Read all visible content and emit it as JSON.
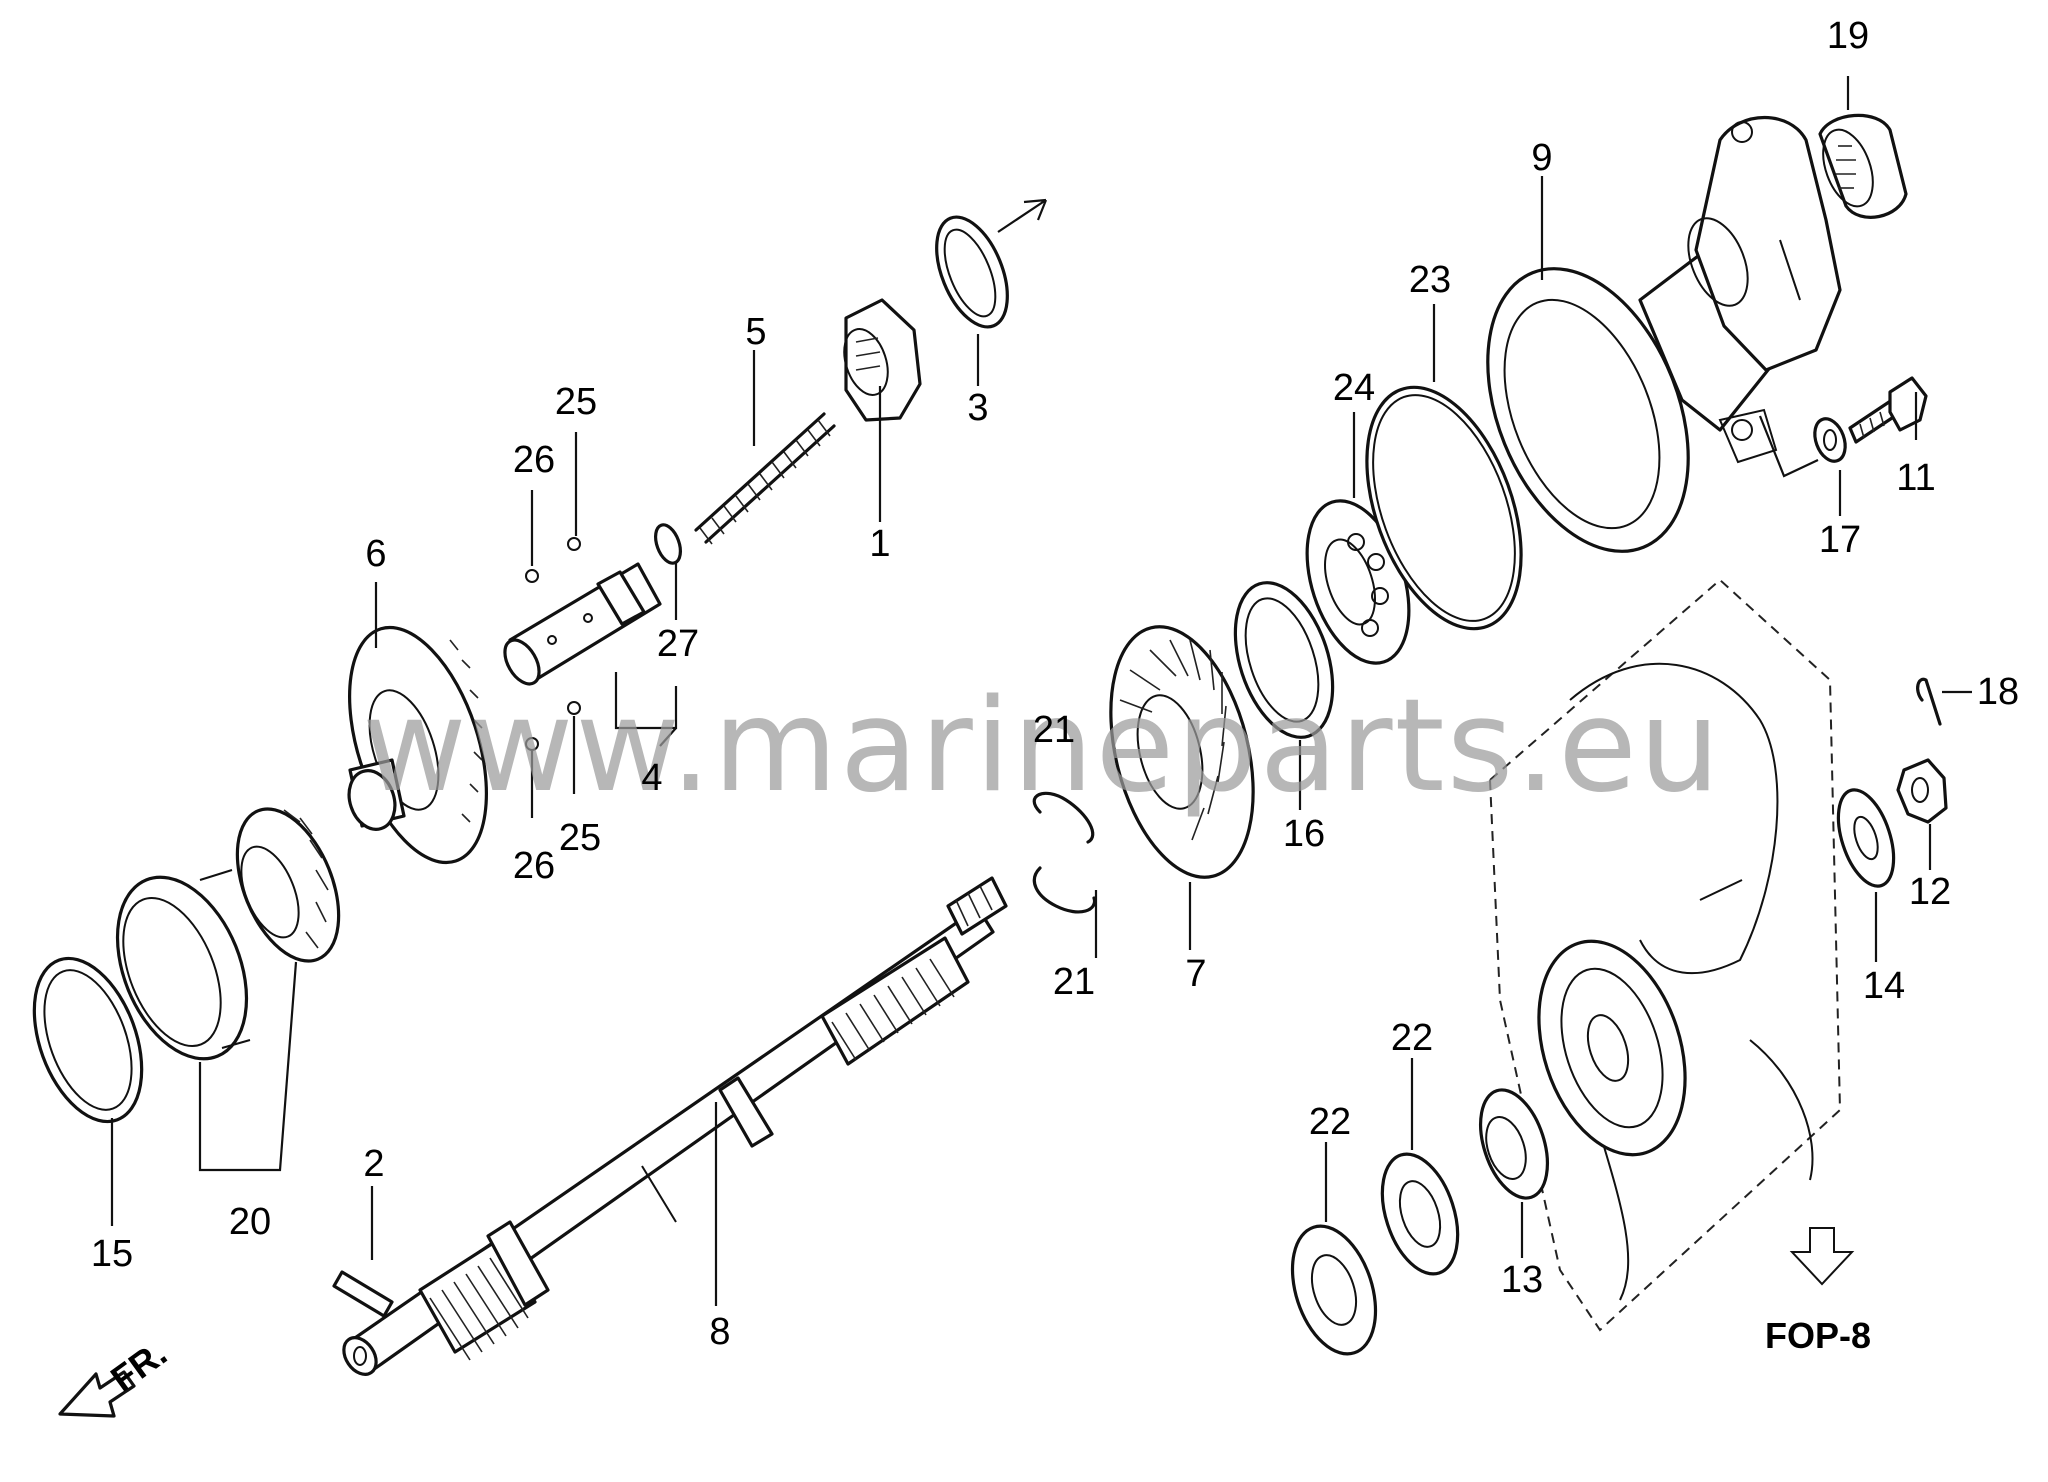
{
  "labels": [
    "1",
    "2",
    "3",
    "4",
    "5",
    "6",
    "7",
    "8",
    "9",
    "11",
    "12",
    "13",
    "14",
    "15",
    "16",
    "17",
    "18",
    "19",
    "20",
    "21",
    "22",
    "23",
    "24",
    "25",
    "26",
    "27"
  ],
  "reference": "FOP-8",
  "front_marker": "FR.",
  "watermark": "www.marineparts.eu"
}
